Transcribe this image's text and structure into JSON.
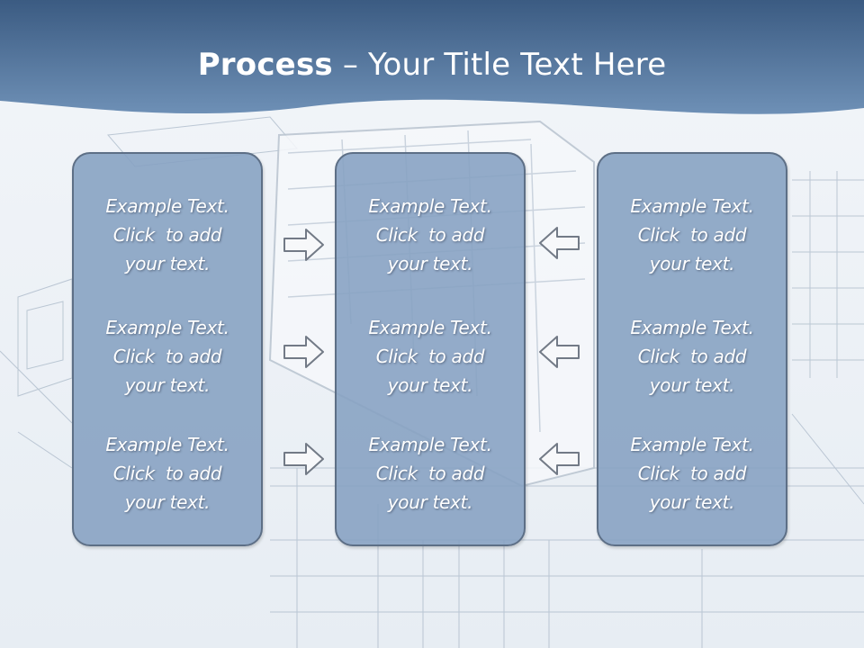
{
  "slide": {
    "title_bold": "Process",
    "title_rest": " – Your Title Text Here"
  },
  "columns": [
    {
      "items": [
        {
          "l1": "Example Text.",
          "l2": "Click  to add",
          "l3": "your text."
        },
        {
          "l1": "Example Text.",
          "l2": "Click  to add",
          "l3": "your text."
        },
        {
          "l1": "Example Text.",
          "l2": "Click  to add",
          "l3": "your text."
        }
      ]
    },
    {
      "items": [
        {
          "l1": "Example Text.",
          "l2": "Click  to add",
          "l3": "your text."
        },
        {
          "l1": "Example Text.",
          "l2": "Click  to add",
          "l3": "your text."
        },
        {
          "l1": "Example Text.",
          "l2": "Click  to add",
          "l3": "your text."
        }
      ]
    },
    {
      "items": [
        {
          "l1": "Example Text.",
          "l2": "Click  to add",
          "l3": "your text."
        },
        {
          "l1": "Example Text.",
          "l2": "Click  to add",
          "l3": "your text."
        },
        {
          "l1": "Example Text.",
          "l2": "Click  to add",
          "l3": "your text."
        }
      ]
    }
  ],
  "colors": {
    "header_top": "#3e5f86",
    "header_bottom": "#6d8fb5",
    "column_fill": "#85a0c1",
    "column_border": "#5d6f86"
  },
  "icons": {
    "left_arrows": "arrow-right-icon",
    "right_arrows": "arrow-left-icon"
  }
}
